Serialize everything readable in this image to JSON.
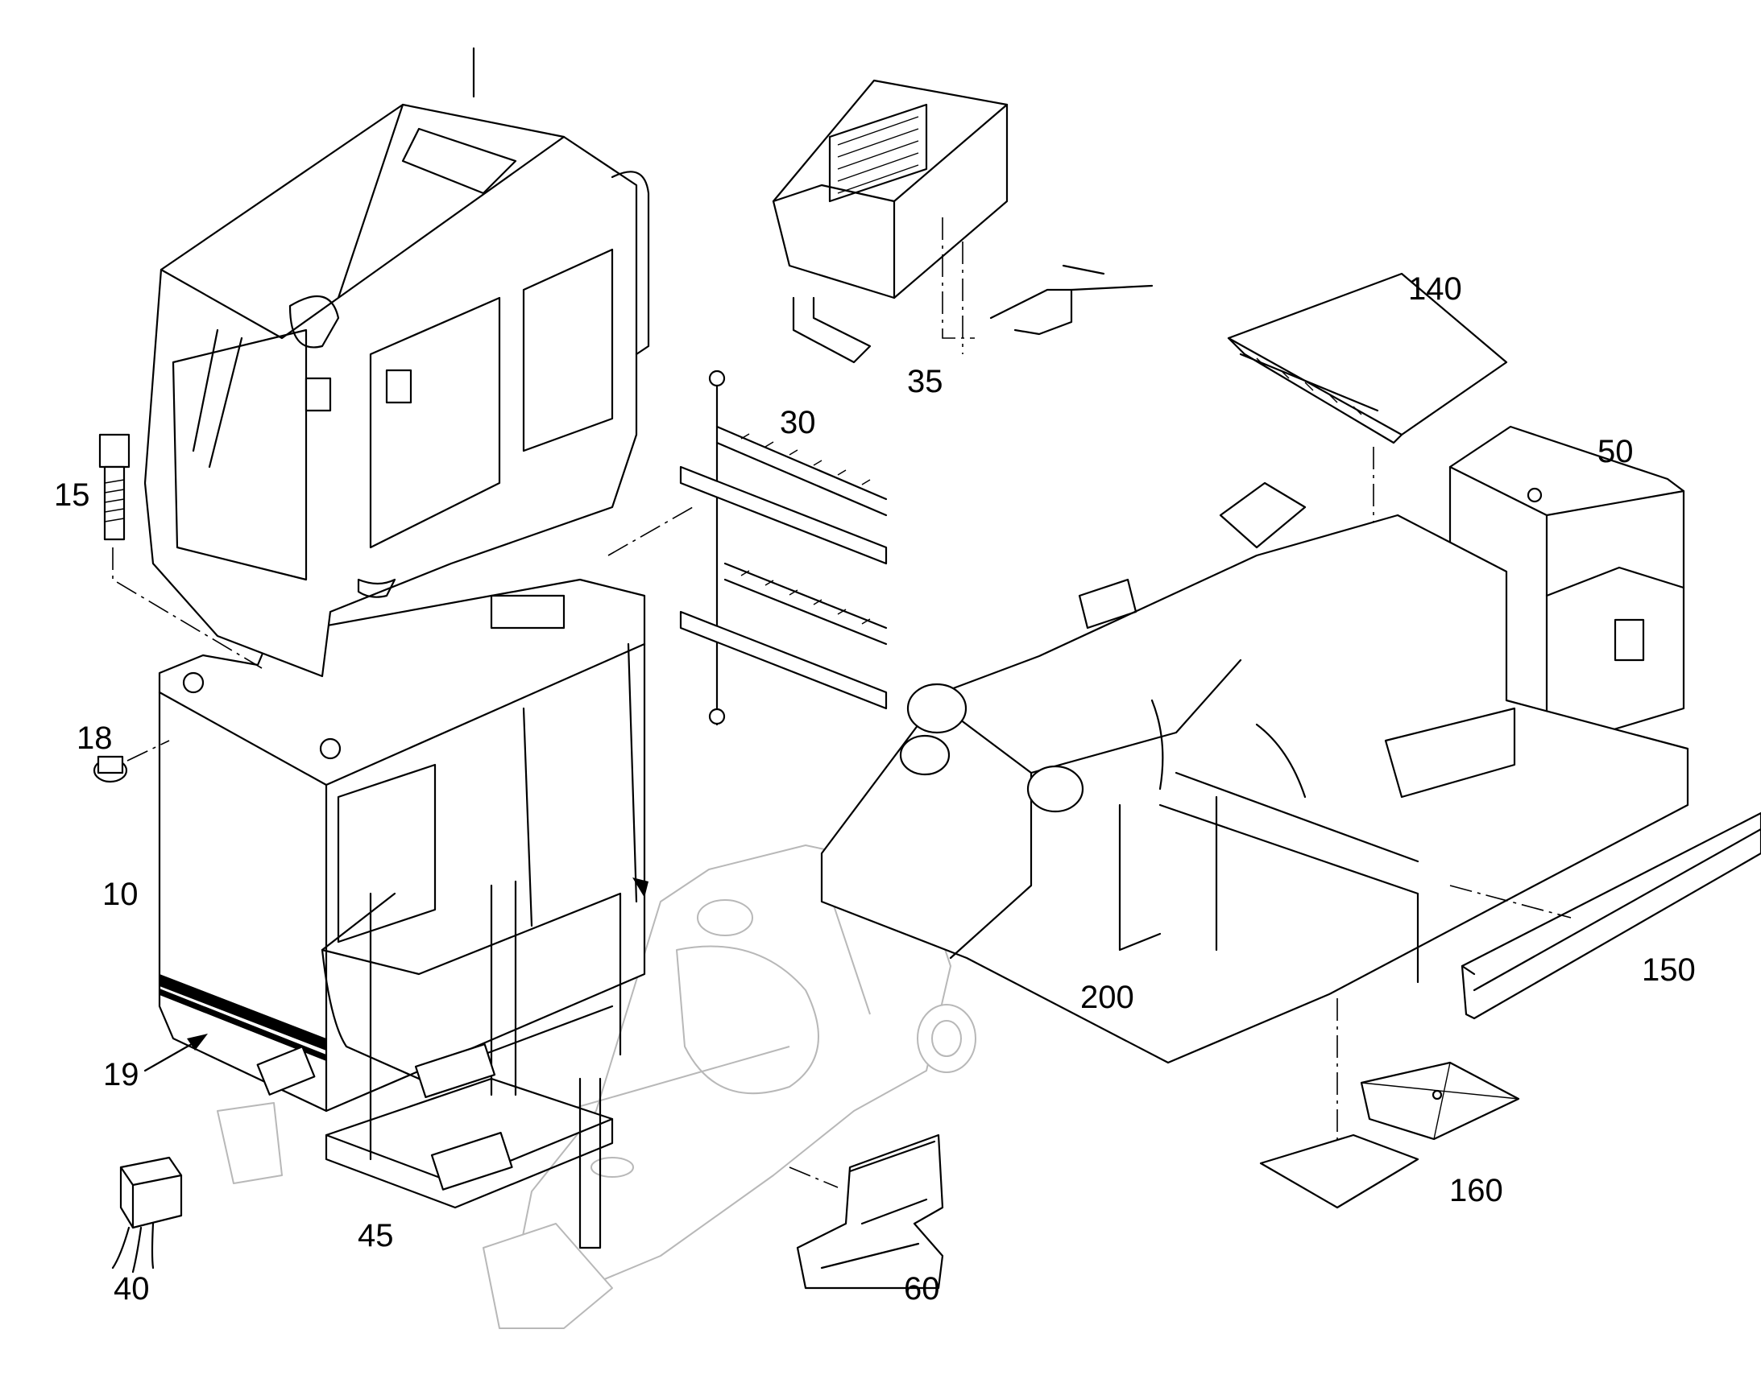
{
  "diagram": {
    "callouts": [
      {
        "id": "c10",
        "text": "10"
      },
      {
        "id": "c15",
        "text": "15"
      },
      {
        "id": "c18",
        "text": "18"
      },
      {
        "id": "c19",
        "text": "19"
      },
      {
        "id": "c30",
        "text": "30"
      },
      {
        "id": "c35",
        "text": "35"
      },
      {
        "id": "c40",
        "text": "40"
      },
      {
        "id": "c45",
        "text": "45"
      },
      {
        "id": "c50",
        "text": "50"
      },
      {
        "id": "c60",
        "text": "60"
      },
      {
        "id": "c140",
        "text": "140"
      },
      {
        "id": "c150",
        "text": "150"
      },
      {
        "id": "c160",
        "text": "160"
      },
      {
        "id": "c200",
        "text": "200"
      }
    ]
  }
}
